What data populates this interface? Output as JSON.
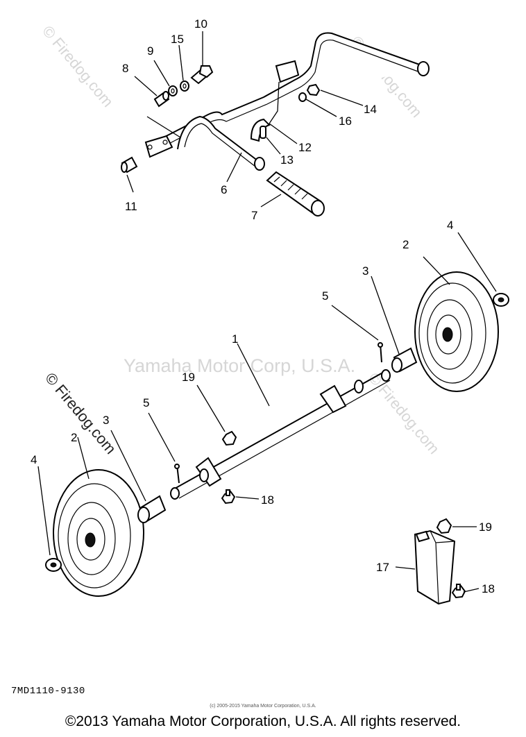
{
  "watermarks": {
    "top_left": "© Firedog.com",
    "top_right": "© Firedog.com",
    "center": "Yamaha Motor Corp, U.S.A.",
    "mid_left": "© Firedog.com",
    "mid_right": "© Firedog.com"
  },
  "callouts": [
    {
      "id": "c1",
      "text": "1"
    },
    {
      "id": "c2a",
      "text": "2"
    },
    {
      "id": "c2b",
      "text": "2"
    },
    {
      "id": "c3a",
      "text": "3"
    },
    {
      "id": "c3b",
      "text": "3"
    },
    {
      "id": "c4a",
      "text": "4"
    },
    {
      "id": "c4b",
      "text": "4"
    },
    {
      "id": "c5a",
      "text": "5"
    },
    {
      "id": "c5b",
      "text": "5"
    },
    {
      "id": "c6",
      "text": "6"
    },
    {
      "id": "c7",
      "text": "7"
    },
    {
      "id": "c8",
      "text": "8"
    },
    {
      "id": "c9",
      "text": "9"
    },
    {
      "id": "c10",
      "text": "10"
    },
    {
      "id": "c11",
      "text": "11"
    },
    {
      "id": "c12",
      "text": "12"
    },
    {
      "id": "c13",
      "text": "13"
    },
    {
      "id": "c14",
      "text": "14"
    },
    {
      "id": "c15",
      "text": "15"
    },
    {
      "id": "c16",
      "text": "16"
    },
    {
      "id": "c17",
      "text": "17"
    },
    {
      "id": "c18a",
      "text": "18"
    },
    {
      "id": "c18b",
      "text": "18"
    },
    {
      "id": "c19a",
      "text": "19"
    },
    {
      "id": "c19b",
      "text": "19"
    }
  ],
  "diagram_code": "7MD1110-9130",
  "fine_print": "(c) 2005-2015 Yamaha Motor Corporation, U.S.A.",
  "copyright": "©2013 Yamaha Motor Corporation, U.S.A. All rights reserved."
}
